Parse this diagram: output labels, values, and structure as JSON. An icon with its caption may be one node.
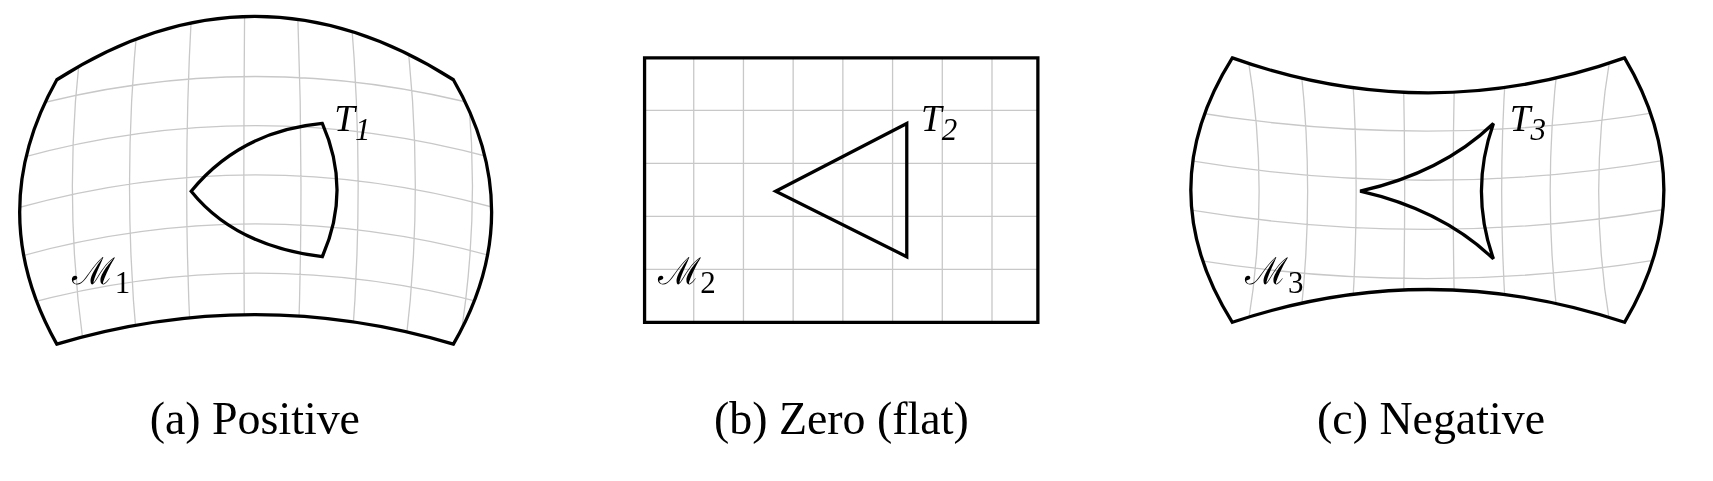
{
  "diagram": {
    "nodes": [
      {
        "text": [
          "ℳ$_{1}$"
        ]
      },
      {
        "text": [],
        "shape": "triangle",
        "in": 0,
        "beside": [
          "T$_{1}$"
        ]
      },
      {
        "text": [
          "ℳ$_{2}$"
        ]
      },
      {
        "text": [],
        "shape": "triangle",
        "in": 2,
        "beside": [
          "T$_{2}$"
        ]
      },
      {
        "text": [
          "ℳ$_{3}$"
        ]
      },
      {
        "text": [],
        "shape": "triangle",
        "in": 4,
        "beside": [
          "T$_{3}$"
        ]
      }
    ],
    "labels": [
      "(a) Positive",
      "(b) Zero (flat)",
      "(c) Negative"
    ]
  }
}
